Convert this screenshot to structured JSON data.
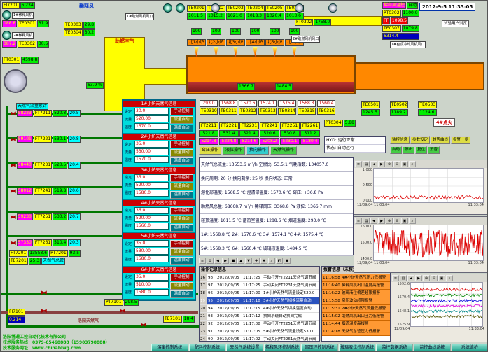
{
  "meta": {
    "clock": "2012-9-5 11:33:05",
    "browse_note": "试验用户浏览",
    "company": [
      "洛阳博通工控自动化技术有限公司",
      "技术服务热线：0379-65468888（15903798888）",
      "技术服务网址：www.chinablwg.com"
    ]
  },
  "top_left": {
    "fi_tag": "FI7201",
    "fi_val": "6.234",
    "area_label": "稀释风",
    "fans": [
      {
        "name": "1#稀释风机",
        "pt": "088.8",
        "te_tag": "TE0301",
        "te_val": "31.9"
      },
      {
        "name": "2#稀释风机",
        "pt": "087.2",
        "te_tag": "TE0302",
        "te_val": "30.5"
      }
    ],
    "extra": [
      {
        "tag": "TE0303",
        "val": "29.8"
      },
      {
        "tag": "TE0304",
        "val": "30.2"
      }
    ],
    "ft_tag": "FT0301",
    "ft_val": "4598.8",
    "damper": "63.9 %",
    "duct_label": "助燃空气"
  },
  "top_center": {
    "port_boxes": [
      "1#助燃风机风口",
      "2#助燃风机风口",
      "1#窑顶冷却风机风口"
    ],
    "ft2_tag": "FT0302",
    "ft2_val": "1758.0"
  },
  "top_right": {
    "temp_ctrl_label": "稀释风温控",
    "auto_badge": "自动",
    "pt_tag": "PT0302",
    "pt_val": "1100.0",
    "ff_label": "FF",
    "ff_val": "1098.5",
    "te_tag": "TE0307",
    "te_val": "1079.8",
    "blue_val": "6314.4"
  },
  "furnace": {
    "ports": [
      {
        "name": "北1小炉",
        "te": "TE0201",
        "te_val": "1011.5",
        "dmp": "100"
      },
      {
        "name": "北2小炉",
        "te": "TE0202",
        "te_val": "1015.2",
        "dmp": "100"
      },
      {
        "name": "北3小炉",
        "te": "TE0203",
        "te_val": "1021.0",
        "dmp": "100"
      },
      {
        "name": "北4小炉",
        "te": "TE0204",
        "te_val": "1018.3",
        "dmp": "100"
      },
      {
        "name": "北5小炉",
        "te": "TE0205",
        "te_val": "1020.4",
        "dmp": "100"
      },
      {
        "name": "北6小炉",
        "te": "TE0206",
        "te_val": "1013.6",
        "dmp": "100"
      }
    ],
    "melt_vals": [
      "1366.7",
      "1484.5"
    ],
    "bottom_temps": [
      {
        "tag": "TE0310",
        "val": "293.0"
      },
      {
        "tag": "TE0311",
        "val": "1568.8"
      },
      {
        "tag": "TE0312",
        "val": "1570.6"
      },
      {
        "tag": "TE0313",
        "val": "1574.1"
      },
      {
        "tag": "TE0314",
        "val": "1575.4"
      },
      {
        "tag": "TE0315",
        "val": "1568.3"
      },
      {
        "tag": "TE0316",
        "val": "1560.4"
      }
    ],
    "workend_tags": [
      {
        "tag": "TE0501",
        "val": "1245.5"
      },
      {
        "tag": "TE0502",
        "val": "1189.2"
      },
      {
        "tag": "TE0503",
        "val": "1124.6"
      }
    ]
  },
  "gas_left": {
    "header": "天然气流量累计",
    "rows": [
      {
        "total": "58223",
        "ft": "FT7211",
        "flow": "520.3",
        "pt": "20.5"
      },
      {
        "total": "59101",
        "ft": "FT7221",
        "flow": "530.1",
        "pt": "20.8"
      },
      {
        "total": "58440",
        "ft": "FT7231",
        "flow": "520.5",
        "pt": "20.4"
      },
      {
        "total": "58012",
        "ft": "FT7241",
        "flow": "519.8",
        "pt": "20.6"
      },
      {
        "total": "59230",
        "ft": "FT7251",
        "flow": "530.2",
        "pt": "20.7"
      },
      {
        "total": "57330",
        "ft": "FT7261",
        "flow": "510.4",
        "pt": "20.3"
      }
    ],
    "main": {
      "label": "天然气总管",
      "ft": "FT7201",
      "flow": "13553.6",
      "pt": "PT7201",
      "pval": "93.5",
      "te": "TE7201",
      "tval": "25.3"
    }
  },
  "popup": {
    "val_labels": [
      "设定",
      "流量",
      "温度"
    ],
    "buttons": [
      "手动控制",
      "流量自动",
      "温度自动"
    ],
    "sections": [
      {
        "title": "1#小炉天然气信息",
        "v1": "30.0",
        "v2": "520.00",
        "v3": "1570.0"
      },
      {
        "title": "2#小炉天然气信息",
        "v1": "35.0",
        "v2": "530.00",
        "v3": "1570.0"
      },
      {
        "title": "3#小炉天然气信息",
        "v1": "35.0",
        "v2": "520.00",
        "v3": "1580.0"
      },
      {
        "title": "4#小炉天然气信息",
        "v1": "36.0",
        "v2": "520.00",
        "v3": "1560.0"
      },
      {
        "title": "5#小炉天然气信息",
        "v1": "35.0",
        "v2": "530.00",
        "v3": "1580.0"
      },
      {
        "title": "6#小炉天然气信息",
        "v1": "35.0",
        "v2": "510.00",
        "v3": "1580.0"
      }
    ]
  },
  "port_grid": {
    "cols": [
      {
        "ft": "FT2211",
        "flow": "521.8",
        "total": "5214.8"
      },
      {
        "ft": "FT2221",
        "flow": "531.4",
        "total": "5224.8"
      },
      {
        "ft": "FT2231",
        "flow": "521.4",
        "total": "5214.6"
      },
      {
        "ft": "FT2241",
        "flow": "520.6",
        "total": "5208.2"
      },
      {
        "ft": "FT2251",
        "flow": "530.8",
        "total": "5230.1"
      },
      {
        "ft": "FT2261",
        "flow": "511.2",
        "total": "5180.4"
      }
    ]
  },
  "mid_buttons": [
    "窑压操作",
    "液位操作",
    "换向操作",
    "天然气操作"
  ],
  "status_panel": {
    "lines": [
      "天然气总流量: 13553.6 m³/h   空燃比: 53.5:1   气耗指数: 134057.0",
      "换向周期: 20 分   换向剩余: 25 秒   换向状态: 正常",
      "熔化部温度: 1568.5 ℃   澄清部温度: 1570.6 ℃   窑压: +36.8 Pa",
      "助燃风总量: 68668.7 m³/h   稀释风压: 3368.8 Pa   液位: 1366.7 mm",
      "碹顶温度: 1011.5 ℃   蓄热室温度: 1288.6 ℃   烟道温度: 293.0 ℃",
      "1#: 1568.8 ℃   2#: 1570.6 ℃   3#: 1574.1 ℃   4#: 1575.4 ℃",
      "5#: 1568.3 ℃   6#: 1560.4 ℃   玻璃液温度: 1484.5 ℃"
    ]
  },
  "right_cluster": {
    "fire_note": "4#点火",
    "pt_tag": "PT0304",
    "pt_val": "5.88",
    "status_lines": [
      "HYD: 运行正常",
      "状态: 自动运行"
    ],
    "btn_row1": [
      "监控信息",
      "参数设定",
      "趋势曲线",
      "报警一览"
    ],
    "btn_row2": [
      "启动",
      "停止",
      "复位",
      "消音"
    ]
  },
  "toolbar_icons": [
    "≡",
    "▤",
    "◀",
    "▶",
    "■",
    "▲",
    "▼",
    "✚",
    "✖",
    "⌕",
    "◩",
    "▣"
  ],
  "chart_toolbar": [
    "≡",
    "▤",
    "◀",
    "▶",
    "⊕",
    "⊖",
    "▣",
    "⌕"
  ],
  "chart_data": [
    {
      "type": "line",
      "ylabels": [
        "1.000",
        "0.500",
        "0.000"
      ],
      "xlabels": [
        "12/09/04 11:03:04",
        "11:33:04"
      ],
      "series": [
        {
          "name": "series1",
          "color": "#dd0000",
          "base": 0.18,
          "amp": 0.06
        }
      ]
    },
    {
      "type": "line",
      "ylabels": [
        "1600.0",
        "1500.0",
        "1400.0"
      ],
      "xlabels": [
        "12/09/04 11:03:04",
        "11:33:04"
      ],
      "series": [
        {
          "name": "series1",
          "color": "#dd0000",
          "base": 0.5,
          "amp": 0.38
        }
      ]
    },
    {
      "type": "line",
      "ylabels": [
        "1592.6",
        "1570.4",
        "1548.1",
        "1525.9"
      ],
      "xlabels": [
        "12/09/04",
        "11:33:04"
      ],
      "series": [
        {
          "name": "s1",
          "color": "#dd0000",
          "base": 0.85,
          "amp": 0.03
        },
        {
          "name": "s2",
          "color": "#008800",
          "base": 0.72,
          "amp": 0.03
        },
        {
          "name": "s3",
          "color": "#0000dd",
          "base": 0.6,
          "amp": 0.03
        },
        {
          "name": "s4",
          "color": "#dd00dd",
          "base": 0.48,
          "amp": 0.03
        },
        {
          "name": "s5",
          "color": "#008888",
          "base": 0.36,
          "amp": 0.03
        },
        {
          "name": "s6",
          "color": "#555500",
          "base": 0.25,
          "amp": 0.03
        }
      ]
    }
  ],
  "op_table": {
    "title": "操作记录信息",
    "rows": [
      {
        "idx": "16",
        "seq": "98",
        "date": "2012/09/05",
        "time": "11:17:25",
        "desc": "手动打开FT2211天然气调节阀"
      },
      {
        "idx": "17",
        "seq": "97",
        "date": "2012/09/05",
        "time": "11:17:25",
        "desc": "手动关闭FT2231天然气调节阀"
      },
      {
        "idx": "18",
        "seq": "96",
        "date": "2012/09/05",
        "time": "11:17:20",
        "desc": "1#小炉天然气流量设定520.0"
      },
      {
        "idx": "19",
        "seq": "95",
        "date": "2012/09/05",
        "time": "11:17:18",
        "desc": "3#小炉天然气切换流量自动"
      },
      {
        "idx": "20",
        "seq": "94",
        "date": "2012/09/05",
        "time": "11:17:15",
        "desc": "4#小炉天然气切换温度自动"
      },
      {
        "idx": "21",
        "seq": "93",
        "date": "2012/09/05",
        "time": "11:17:12",
        "desc": "换向系统自动换向完成"
      },
      {
        "idx": "22",
        "seq": "92",
        "date": "2012/09/05",
        "time": "11:17:08",
        "desc": "手动打开FT2251天然气调节阀"
      },
      {
        "idx": "23",
        "seq": "91",
        "date": "2012/09/05",
        "time": "11:17:05",
        "desc": "5#小炉天然气流量设定530.0"
      },
      {
        "idx": "24",
        "seq": "90",
        "date": "2012/09/05",
        "time": "11:17:02",
        "desc": "手动关闭FT2261天然气调节阀"
      }
    ]
  },
  "alarm_table": {
    "title": "报警信息（未恢复）",
    "rows": [
      {
        "time": "11:16:58",
        "desc": "4#小炉天然气压力低报警"
      },
      {
        "time": "11:16:40",
        "desc": "稀释风机出口温度高报警"
      },
      {
        "time": "11:16:22",
        "desc": "玻璃液位偏差超限报警"
      },
      {
        "time": "11:15:58",
        "desc": "窑压波动超限报警"
      },
      {
        "time": "11:15:31",
        "desc": "2#小炉天然气流量低报警"
      },
      {
        "time": "11:15:02",
        "desc": "助燃风机出口压力低报警"
      },
      {
        "time": "11:14:44",
        "desc": "烟道温度高报警"
      },
      {
        "time": "11:14:18",
        "desc": "天然气总管压力低报警"
      }
    ]
  },
  "bottom_left": {
    "pipe_label": "洛阳天然气",
    "tags": [
      {
        "tag": "FI7101",
        "val": "0.214"
      },
      {
        "tag": "PT7101",
        "val": "298.5"
      },
      {
        "tag": "TE7101",
        "val": "18.4"
      }
    ]
  },
  "nav_buttons": [
    "熔窑控制系统",
    "配料控制系统",
    "天然气系统设置",
    "稀释风环控制系统",
    "窑压环控制系统",
    "玻璃液位控制系统",
    "监控数据系统",
    "监控曲线系统",
    "系统维护"
  ]
}
